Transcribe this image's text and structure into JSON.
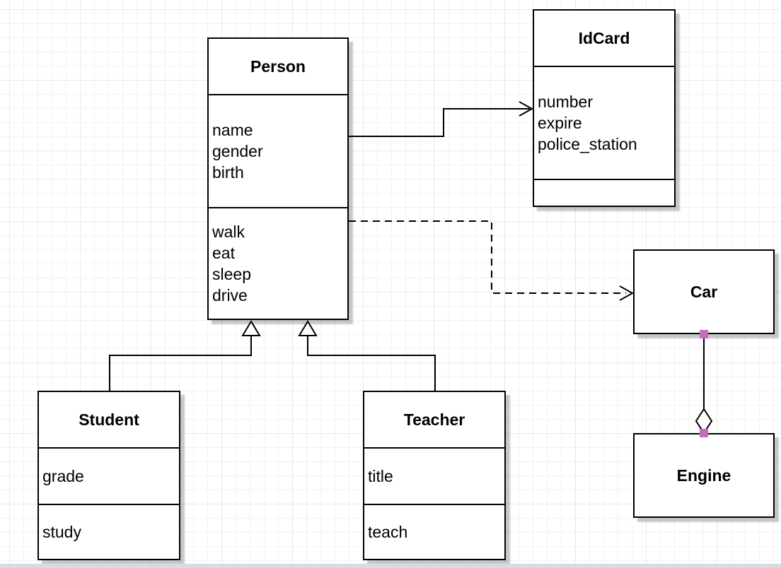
{
  "diagram": {
    "type": "uml-class-diagram",
    "canvas": {
      "background_color": "#ffffff",
      "grid_minor_color": "#f2f2f2",
      "grid_major_color": "#e9e9e9",
      "bottom_strip_color": "#d5dce5",
      "shape_fill": "#ffffff",
      "shape_stroke": "#000000"
    }
  },
  "classes": [
    {
      "name": "Person",
      "attributes": [
        "name",
        "gender",
        "birth"
      ],
      "methods": [
        "walk",
        "eat",
        "sleep",
        "drive"
      ]
    },
    {
      "name": "IdCard",
      "attributes": [
        "number",
        "expire",
        "police_station"
      ],
      "methods": []
    },
    {
      "name": "Car"
    },
    {
      "name": "Engine"
    },
    {
      "name": "Student",
      "attributes": [
        "grade"
      ],
      "methods": [
        "study"
      ]
    },
    {
      "name": "Teacher",
      "attributes": [
        "title"
      ],
      "methods": [
        "teach"
      ]
    }
  ],
  "relationships": [
    {
      "from": "Person",
      "to": "IdCard",
      "type": "association",
      "line": "solid",
      "arrow": "open"
    },
    {
      "from": "Person",
      "to": "Car",
      "type": "dependency",
      "line": "dashed",
      "arrow": "open"
    },
    {
      "from": "Student",
      "to": "Person",
      "type": "generalization",
      "line": "solid",
      "arrow": "hollow-triangle"
    },
    {
      "from": "Teacher",
      "to": "Person",
      "type": "generalization",
      "line": "solid",
      "arrow": "hollow-triangle"
    },
    {
      "from": "Car",
      "to": "Engine",
      "type": "aggregation",
      "line": "solid",
      "arrow": "hollow-diamond",
      "endpoint_color": "#c06ec0"
    }
  ]
}
